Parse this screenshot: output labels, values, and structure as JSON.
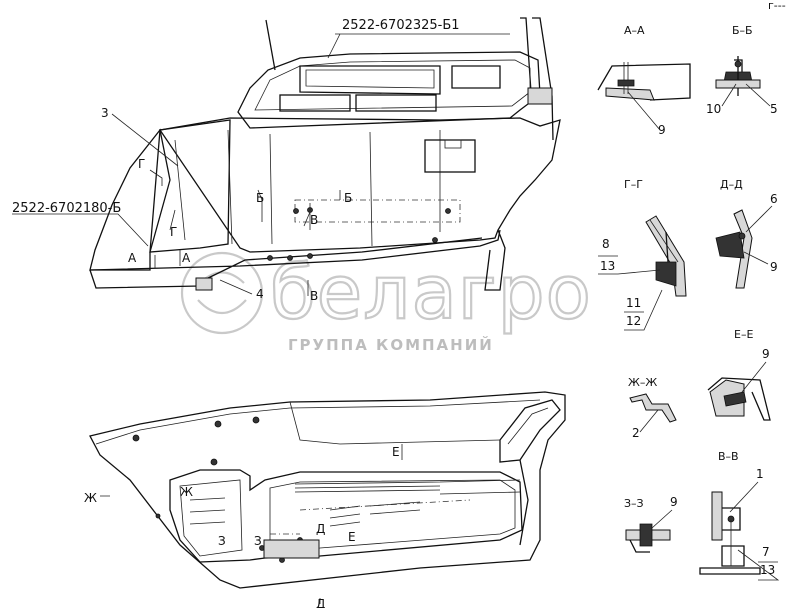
{
  "corner_mark": "г---",
  "watermark": {
    "brand": "белагро",
    "tagline": "ГРУППА КОМПАНИЙ"
  },
  "part_numbers": {
    "top": "2522-6702325-Б1",
    "left": "2522-6702180-Б"
  },
  "view_labels": {
    "g": "Г",
    "b": "Б",
    "a": "А",
    "v": "В",
    "e": "Е",
    "zh": "Ж",
    "z": "З",
    "d": "Д",
    "a2": "А",
    "b2": "Б",
    "v2": "В",
    "e2": "Е",
    "z2": "З"
  },
  "callouts": {
    "n3": "3",
    "n4": "4",
    "n1": "1",
    "n2": "2",
    "n5": "5",
    "n6": "6",
    "n7": "7",
    "n8": "8",
    "n9a": "9",
    "n9b": "9",
    "n9c": "9",
    "n9d": "9",
    "n10": "10",
    "n11": "11",
    "n12": "12",
    "n13a": "13",
    "n13b": "13"
  },
  "sections": {
    "aa": "А–А",
    "bb": "Б–Б",
    "gg": "Г–Г",
    "dd": "Д–Д",
    "ee": "Е–Е",
    "zhzh": "Ж–Ж",
    "zz": "З–З",
    "vv": "В–В"
  }
}
